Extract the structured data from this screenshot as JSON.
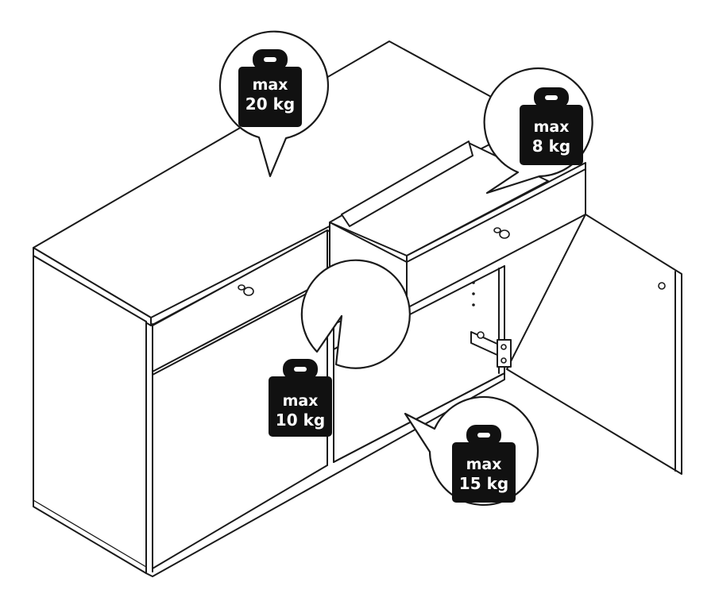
{
  "weights": {
    "top": {
      "max_label": "max",
      "load": "20 kg"
    },
    "drawer": {
      "max_label": "max",
      "load": "8 kg"
    },
    "shelf": {
      "max_label": "max",
      "load": "10 kg"
    },
    "bottom": {
      "max_label": "max",
      "load": "15 kg"
    }
  },
  "colors": {
    "ink": "#1a1a1a",
    "weight_fill": "#111111",
    "paper": "#ffffff"
  },
  "icons": [
    "weight-icon",
    "knob-icon",
    "hinge-icon"
  ]
}
